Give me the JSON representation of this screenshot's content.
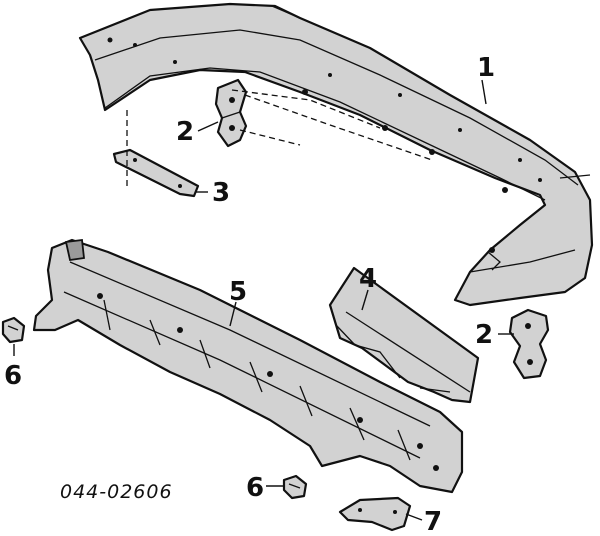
{
  "diagram": {
    "reference_code": "044-02606",
    "callouts": {
      "c1": "1",
      "c2a": "2",
      "c2b": "2",
      "c3": "3",
      "c4": "4",
      "c5": "5",
      "c6a": "6",
      "c6b": "6",
      "c7": "7"
    },
    "colors": {
      "line": "#111111",
      "part_fill": "#d2d2d2",
      "background": "#ffffff"
    }
  }
}
